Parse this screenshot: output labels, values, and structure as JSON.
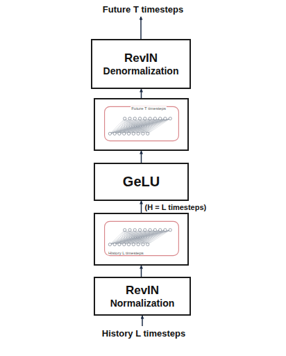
{
  "diagram": {
    "nodes": [
      {
        "text": [
          "RevIN",
          "Denormalization"
        ]
      },
      {
        "text": [
          "Future T timesteps"
        ]
      },
      {
        "text": [
          "GeLU"
        ]
      },
      {
        "text": [
          "History L timesteps"
        ]
      },
      {
        "text": [
          "RevIN",
          "Normalization"
        ]
      }
    ],
    "edges": [
      {
        "from": 4,
        "to": 3,
        "arrow": "to"
      },
      {
        "from": 3,
        "to": 2,
        "label": "(H = L timesteps)",
        "arrow": "to"
      },
      {
        "from": 2,
        "to": 1,
        "arrow": "to"
      },
      {
        "from": 1,
        "to": 0,
        "arrow": "to"
      }
    ],
    "labels": [
      "Future T timesteps",
      "History L timesteps"
    ]
  }
}
